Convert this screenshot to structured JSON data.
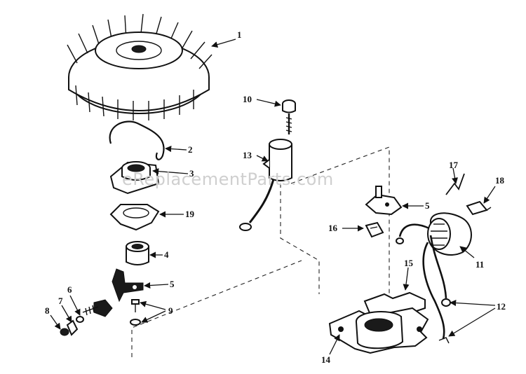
{
  "watermark": "eReplacementParts.com",
  "callouts": [
    {
      "id": "1",
      "text": "1"
    },
    {
      "id": "2",
      "text": "2"
    },
    {
      "id": "3",
      "text": "3"
    },
    {
      "id": "19",
      "text": "19"
    },
    {
      "id": "4",
      "text": "4"
    },
    {
      "id": "5a",
      "text": "5"
    },
    {
      "id": "6",
      "text": "6"
    },
    {
      "id": "7",
      "text": "7"
    },
    {
      "id": "8",
      "text": "8"
    },
    {
      "id": "9",
      "text": "9"
    },
    {
      "id": "10",
      "text": "10"
    },
    {
      "id": "13",
      "text": "13"
    },
    {
      "id": "16",
      "text": "16"
    },
    {
      "id": "5b",
      "text": "5"
    },
    {
      "id": "17",
      "text": "17"
    },
    {
      "id": "18",
      "text": "18"
    },
    {
      "id": "11",
      "text": "11"
    },
    {
      "id": "15",
      "text": "15"
    },
    {
      "id": "12",
      "text": "12"
    },
    {
      "id": "14",
      "text": "14"
    }
  ]
}
